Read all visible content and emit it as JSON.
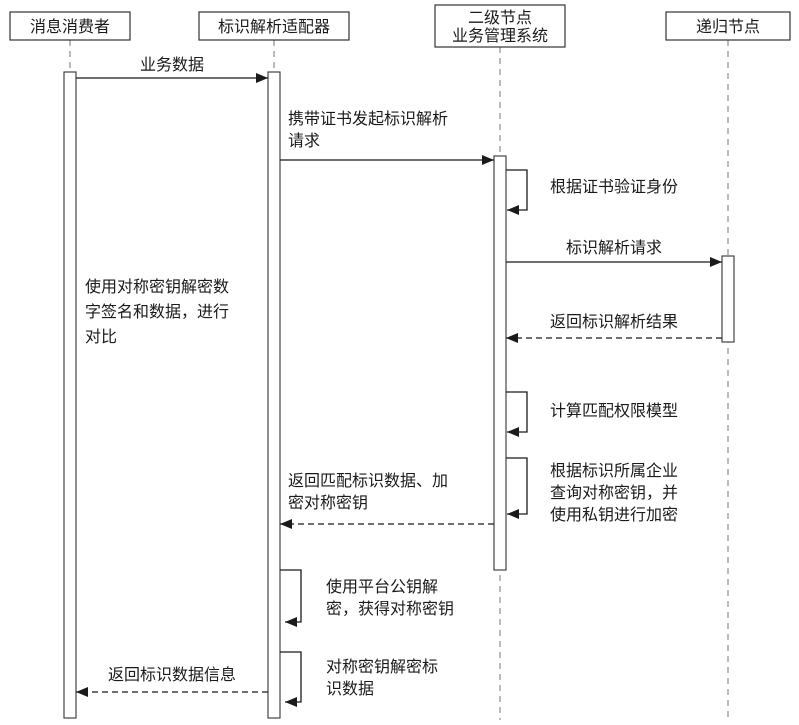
{
  "diagram": {
    "colors": {
      "background": "#ffffff",
      "line": "#1a1a1a",
      "lifeline": "#777777"
    },
    "actors": [
      {
        "line1": "消息消费者"
      },
      {
        "line1": "标识解析适配器"
      },
      {
        "line1": "二级节点",
        "line2": "业务管理系统"
      },
      {
        "line1": "递归节点"
      }
    ],
    "messages": {
      "m1": "业务数据",
      "m2a": "携带证书发起标识解析",
      "m2b": "请求",
      "m3": "根据证书验证身份",
      "m4": "标识解析请求",
      "m5": "返回标识解析结果",
      "m6": "计算匹配权限模型",
      "m7a": "根据标识所属企业",
      "m7b": "查询对称密钥，并",
      "m7c": "使用私钥进行加密",
      "m8a": "返回匹配标识数据、加",
      "m8b": "密对称密钥",
      "m9a": "使用平台公钥解",
      "m9b": "密，获得对称密钥",
      "m10a": "对称密钥解密标",
      "m10b": "识数据",
      "m11": "返回标识数据信息"
    },
    "note": {
      "line1": "使用对称密钥解密数",
      "line2": "字签名和数据，进行",
      "line3": "对比"
    }
  }
}
